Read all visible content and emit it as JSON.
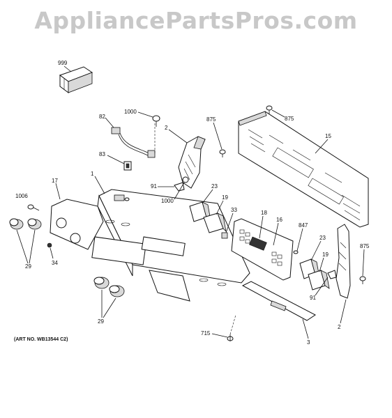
{
  "watermark": "AppliancePartsPros.com",
  "art_number": "(ART NO. WB13544 C2)",
  "callouts": {
    "c999": "999",
    "c1000a": "1000",
    "c82": "82",
    "c83": "83",
    "c2a": "2",
    "c875a": "875",
    "c875b": "875",
    "c15": "15",
    "c1": "1",
    "c17": "17",
    "c1006": "1006",
    "c91a": "91",
    "c1000b": "1000",
    "c23a": "23",
    "c19a": "19",
    "c33": "33",
    "c18": "18",
    "c16": "16",
    "c847": "847",
    "c875c": "875",
    "c23b": "23",
    "c19b": "19",
    "c91b": "91",
    "c2b": "2",
    "c29a": "29",
    "c34": "34",
    "c29b": "29",
    "c715": "715",
    "c3": "3"
  }
}
